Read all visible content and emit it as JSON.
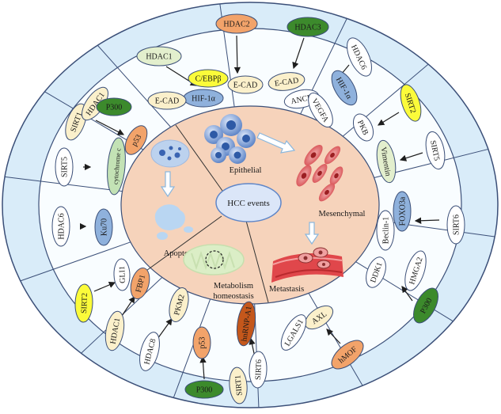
{
  "colors": {
    "outer_ring": "#d9ecf9",
    "inner_ring": "#f9fdff",
    "core": "#f6d3bb",
    "ring_stroke": "#3b4f78",
    "arrow": "#1e1e1e",
    "hollow_arrow": "#9fc7e8",
    "green_light": "#e3efcd",
    "green_dark": "#3c8a2c",
    "yellow": "#fbfb3a",
    "orange": "#f2a36a",
    "brown": "#c4571b",
    "blue": "#8fb1dc",
    "cream": "#fbf0cb",
    "white": "#ffffff",
    "mint": "#c3e2b5"
  },
  "center": {
    "label": "HCC events"
  },
  "core_labels": {
    "epithelial": "Epithelial",
    "mesenchymal": "Mesenchymal",
    "metastasis": "Metastasis",
    "apoptosis": "Apoptosis",
    "metabolism_line1": "Metabolism",
    "metabolism_line2": "homeostasis"
  },
  "regulators": [
    {
      "key": "hdac1-a",
      "label": "HDAC1",
      "fill": "#e3efcd",
      "color": "#1a1a1a",
      "rx": 28,
      "ry": 12
    },
    {
      "key": "cebpb",
      "label": "C/EBPβ",
      "fill": "#fbfb3a",
      "color": "#1a1a1a",
      "rx": 25,
      "ry": 11
    },
    {
      "key": "hif1a-a",
      "label": "HIF-1α",
      "fill": "#8fb1dc",
      "color": "#1a1a1a",
      "rx": 25,
      "ry": 11
    },
    {
      "key": "ecad-a",
      "label": "E-CAD",
      "fill": "#fbf0cb",
      "color": "#1a1a1a",
      "rx": 24,
      "ry": 11
    },
    {
      "key": "hdac2",
      "label": "HDAC2",
      "fill": "#f2a36a",
      "color": "#1a1a1a",
      "rx": 26,
      "ry": 12
    },
    {
      "key": "ecad-b",
      "label": "E-CAD",
      "fill": "#fbf0cb",
      "color": "#1a1a1a",
      "rx": 22,
      "ry": 11
    },
    {
      "key": "hdac3",
      "label": "HDAC3",
      "fill": "#3c8a2c",
      "color": "#1a1a1a",
      "rx": 26,
      "ry": 12
    },
    {
      "key": "ecad-c",
      "label": "E-CAD",
      "fill": "#fbf0cb",
      "color": "#1a1a1a",
      "rx": 23,
      "ry": 11
    },
    {
      "key": "ancr",
      "label": "ANCR",
      "fill": "#ffffff",
      "color": "#1a1a1a",
      "rx": 22,
      "ry": 11
    },
    {
      "key": "hdac6-a",
      "label": "HDAC6",
      "fill": "#ffffff",
      "color": "#1a1a1a",
      "rx": 26,
      "ry": 12
    },
    {
      "key": "hif1a-b",
      "label": "HIF-1α",
      "fill": "#8fb1dc",
      "color": "#1a1a1a",
      "rx": 24,
      "ry": 12
    },
    {
      "key": "vegfa",
      "label": "VEGFA",
      "fill": "#ffffff",
      "color": "#1a1a1a",
      "rx": 24,
      "ry": 11
    },
    {
      "key": "sirt2-a",
      "label": "SIRT2",
      "fill": "#fbfb3a",
      "color": "#1a1a1a",
      "rx": 24,
      "ry": 11
    },
    {
      "key": "pkb",
      "label": "PKB",
      "fill": "#ffffff",
      "color": "#1a1a1a",
      "rx": 18,
      "ry": 11
    },
    {
      "key": "sirt5-a",
      "label": "SIRT5",
      "fill": "#ffffff",
      "color": "#1a1a1a",
      "rx": 24,
      "ry": 11
    },
    {
      "key": "vimentin",
      "label": "Vimentin",
      "fill": "#e3efcd",
      "color": "#1a1a1a",
      "rx": 27,
      "ry": 11
    },
    {
      "key": "sirt6-a",
      "label": "SIRT6",
      "fill": "#ffffff",
      "color": "#1a1a1a",
      "rx": 24,
      "ry": 11
    },
    {
      "key": "foxo3a",
      "label": "FOXO3a",
      "fill": "#8fb1dc",
      "color": "#1a1a1a",
      "rx": 25,
      "ry": 11
    },
    {
      "key": "beclin1",
      "label": "Beclin-1",
      "fill": "#ffffff",
      "color": "#1a1a1a",
      "rx": 25,
      "ry": 11
    },
    {
      "key": "hmga2",
      "label": "HMGA2",
      "fill": "#ffffff",
      "color": "#1a1a1a",
      "rx": 26,
      "ry": 11
    },
    {
      "key": "ddk1",
      "label": "DDK1",
      "fill": "#ffffff",
      "color": "#1a1a1a",
      "rx": 20,
      "ry": 11
    },
    {
      "key": "p300-a",
      "label": "P300",
      "fill": "#3c8a2c",
      "color": "#1a1a1a",
      "rx": 24,
      "ry": 12
    },
    {
      "key": "axl",
      "label": "AXL",
      "fill": "#fbf0cb",
      "color": "#1a1a1a",
      "rx": 20,
      "ry": 11
    },
    {
      "key": "lgals1",
      "label": "LGALS1",
      "fill": "#ffffff",
      "color": "#1a1a1a",
      "rx": 25,
      "ry": 11
    },
    {
      "key": "hmof",
      "label": "hMOF",
      "fill": "#f2a36a",
      "color": "#1a1a1a",
      "rx": 24,
      "ry": 12
    },
    {
      "key": "hnrnp",
      "label": "hnRNP-A1",
      "fill": "#c4571b",
      "color": "#1a1a1a",
      "rx": 28,
      "ry": 11
    },
    {
      "key": "sirt6-b",
      "label": "SIRT6",
      "fill": "#ffffff",
      "color": "#1a1a1a",
      "rx": 23,
      "ry": 11
    },
    {
      "key": "sirt1-b",
      "label": "SIRT1",
      "fill": "#fbf0cb",
      "color": "#1a1a1a",
      "rx": 23,
      "ry": 11
    },
    {
      "key": "p53-b",
      "label": "p53",
      "fill": "#f2a36a",
      "color": "#1a1a1a",
      "rx": 20,
      "ry": 11
    },
    {
      "key": "p300-b",
      "label": "P300",
      "fill": "#3c8a2c",
      "color": "#1a1a1a",
      "rx": 24,
      "ry": 11
    },
    {
      "key": "pkm2",
      "label": "PKM2",
      "fill": "#fbf0cb",
      "color": "#1a1a1a",
      "rx": 22,
      "ry": 11
    },
    {
      "key": "hdac8",
      "label": "HDAC8",
      "fill": "#ffffff",
      "color": "#1a1a1a",
      "rx": 25,
      "ry": 11
    },
    {
      "key": "fbp1",
      "label": "FBP1",
      "fill": "#f2a36a",
      "color": "#1a1a1a",
      "rx": 20,
      "ry": 11
    },
    {
      "key": "hdac1-b",
      "label": "HDAC1",
      "fill": "#fbf0cb",
      "color": "#1a1a1a",
      "rx": 25,
      "ry": 11
    },
    {
      "key": "gli1",
      "label": "GLI1",
      "fill": "#ffffff",
      "color": "#1a1a1a",
      "rx": 20,
      "ry": 10
    },
    {
      "key": "sirt2-b",
      "label": "SIRT2",
      "fill": "#fbfb3a",
      "color": "#1a1a1a",
      "rx": 24,
      "ry": 11
    },
    {
      "key": "hdac6-b",
      "label": "HDAC6",
      "fill": "#ffffff",
      "color": "#1a1a1a",
      "rx": 25,
      "ry": 11
    },
    {
      "key": "ku70",
      "label": "Ku70",
      "fill": "#8fb1dc",
      "color": "#1a1a1a",
      "rx": 23,
      "ry": 11
    },
    {
      "key": "sirt5-b",
      "label": "SIRT5",
      "fill": "#ffffff",
      "color": "#1a1a1a",
      "rx": 24,
      "ry": 11
    },
    {
      "key": "cytc",
      "label": "cytochrome c",
      "fill": "#c3e2b5",
      "color": "#1a1a1a",
      "rx": 36,
      "ry": 11
    },
    {
      "key": "sirt1-a",
      "label": "SIRT1",
      "fill": "#fbf0cb",
      "color": "#1a1a1a",
      "rx": 24,
      "ry": 11
    },
    {
      "key": "hdac1-c",
      "label": "HDAC1",
      "fill": "#fbf0cb",
      "color": "#1a1a1a",
      "rx": 24,
      "ry": 11
    },
    {
      "key": "p300-c",
      "label": "P300",
      "fill": "#3c8a2c",
      "color": "#1a1a1a",
      "rx": 22,
      "ry": 11
    },
    {
      "key": "p53-a",
      "label": "p53",
      "fill": "#f2a36a",
      "color": "#1a1a1a",
      "rx": 20,
      "ry": 11
    }
  ]
}
